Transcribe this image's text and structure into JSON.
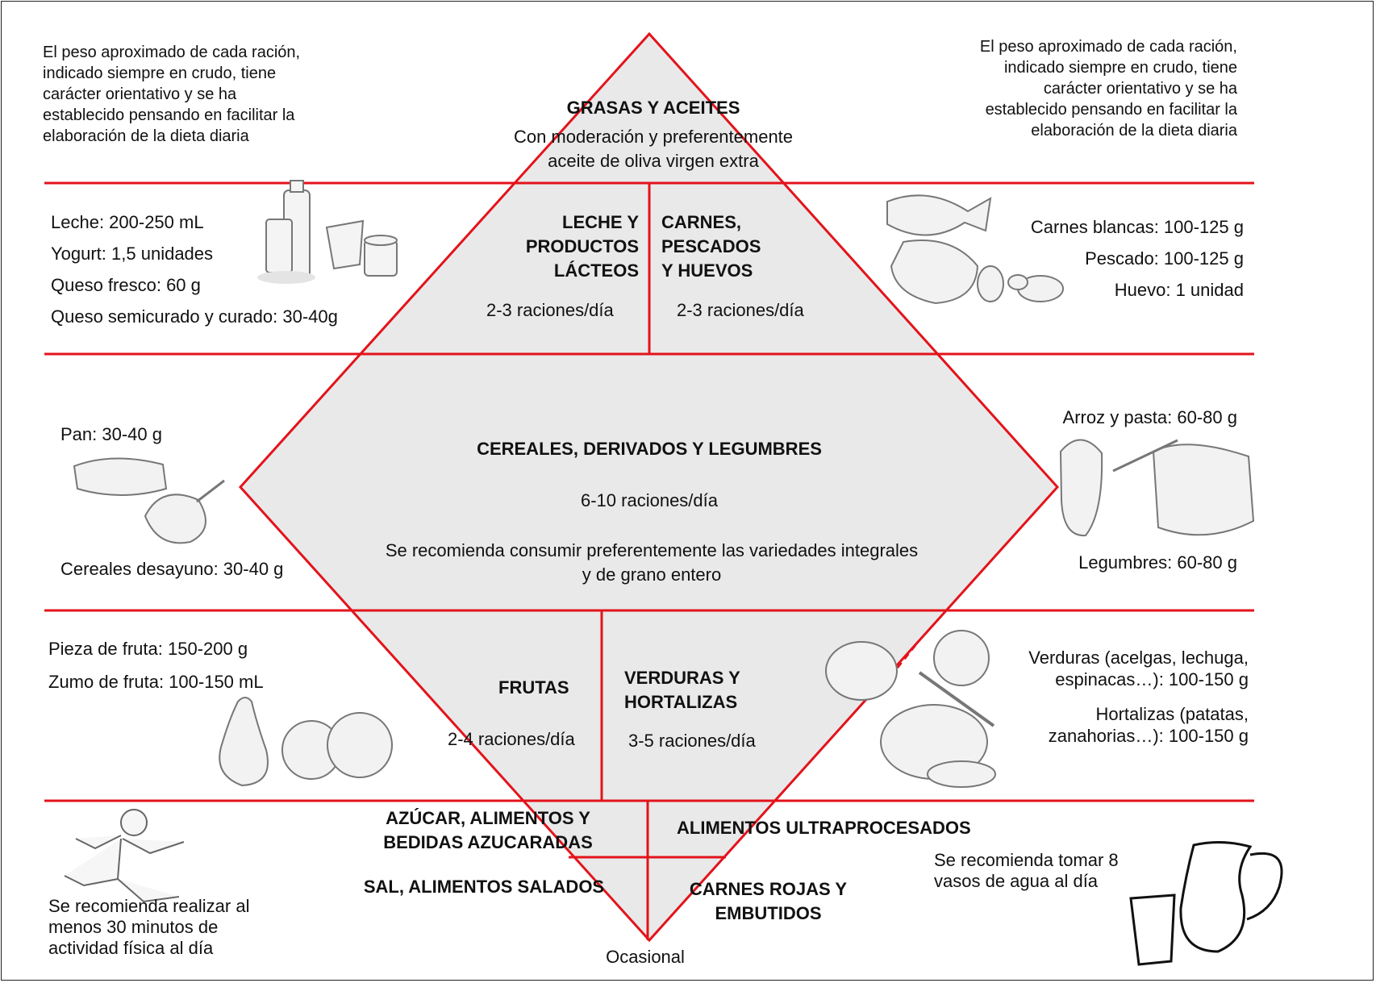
{
  "colors": {
    "accent": "#e3131b",
    "fill": "#e9e9e9",
    "text": "#111111",
    "sketch": "#777777"
  },
  "notes": {
    "left": "El peso aproximado de cada ración, indicado siempre en crudo, tiene carácter orientativo y se ha establecido pensando en facilitar la elaboración de la dieta diaria",
    "right": "El peso aproximado de cada ración, indicado siempre en crudo, tiene carácter orientativo y se ha establecido pensando en facilitar la elaboración de la dieta diaria"
  },
  "groups": {
    "grasas": {
      "title": "GRASAS Y ACEITES",
      "line1": "Con moderación y preferentemente",
      "line2": "aceite de oliva virgen extra"
    },
    "lacteos": {
      "title_l1": "LECHE Y",
      "title_l2": "PRODUCTOS",
      "title_l3": "LÁCTEOS",
      "freq": "2-3 raciones/día"
    },
    "carnes": {
      "title_l1": "CARNES,",
      "title_l2": "PESCADOS",
      "title_l3": "Y HUEVOS",
      "freq": "2-3 raciones/día"
    },
    "cereales": {
      "title": "CEREALES, DERIVADOS Y LEGUMBRES",
      "freq": "6-10 raciones/día",
      "note_l1": "Se recomienda consumir preferentemente las variedades integrales",
      "note_l2": "y de grano entero"
    },
    "frutas": {
      "title": "FRUTAS",
      "freq": "2-4 raciones/día"
    },
    "verduras": {
      "title_l1": "VERDURAS Y",
      "title_l2": "HORTALIZAS",
      "freq": "3-5 raciones/día"
    },
    "azucar": {
      "title_l1": "AZÚCAR, ALIMENTOS Y",
      "title_l2": "BEDIDAS AZUCARADAS"
    },
    "ultraprocesados": {
      "title": "ALIMENTOS ULTRAPROCESADOS"
    },
    "sal": {
      "title": "SAL, ALIMENTOS SALADOS"
    },
    "carnes_rojas": {
      "title_l1": "CARNES ROJAS Y",
      "title_l2": "EMBUTIDOS"
    },
    "ocasional": "Ocasional"
  },
  "portions": {
    "lacteos": [
      "Leche: 200-250 mL",
      "Yogurt: 1,5 unidades",
      "Queso fresco: 60 g",
      "Queso semicurado y curado: 30-40g"
    ],
    "carnes": [
      "Carnes blancas: 100-125 g",
      "Pescado: 100-125 g",
      "Huevo: 1 unidad"
    ],
    "pan": "Pan: 30-40 g",
    "cereales_desayuno": "Cereales desayuno: 30-40 g",
    "arroz": "Arroz y pasta: 60-80 g",
    "legumbres": "Legumbres: 60-80 g",
    "frutas": [
      "Pieza de fruta: 150-200 g",
      "Zumo de fruta: 100-150 mL"
    ],
    "verduras_l1": "Verduras (acelgas, lechuga,",
    "verduras_l2": "espinacas…): 100-150 g",
    "hortalizas_l1": "Hortalizas (patatas,",
    "hortalizas_l2": "zanahorias…): 100-150 g"
  },
  "recommendations": {
    "actividad": "Se recomienda realizar al menos 30 minutos de actividad física al día",
    "agua": "Se recomienda tomar 8 vasos de agua al día"
  },
  "icons": [
    "milk-bottle-glass-icon",
    "yogurt-jars-icon",
    "fish-chicken-eggs-icon",
    "bread-cereal-icon",
    "pasta-legumes-sack-icon",
    "pear-apple-icon",
    "vegetables-icon",
    "runner-icon",
    "water-jug-glass-icon"
  ]
}
